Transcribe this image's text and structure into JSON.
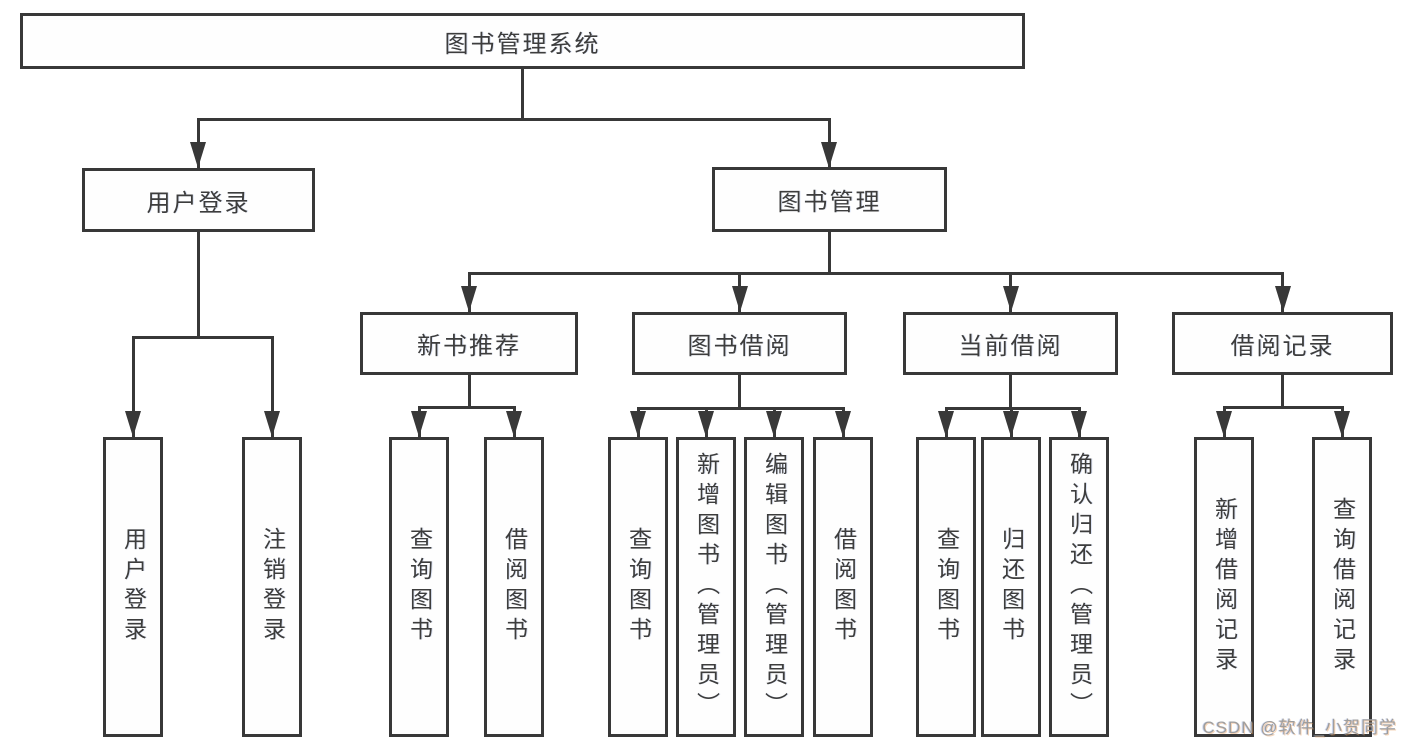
{
  "nodes": {
    "root": {
      "label": "图书管理系统"
    },
    "login": {
      "label": "用户登录",
      "children": [
        {
          "label": "用户登录"
        },
        {
          "label": "注销登录"
        }
      ]
    },
    "mgmt": {
      "label": "图书管理"
    },
    "groups": [
      {
        "label": "新书推荐",
        "children": [
          {
            "label": "查询图书"
          },
          {
            "label": "借阅图书"
          }
        ]
      },
      {
        "label": "图书借阅",
        "children": [
          {
            "label": "查询图书"
          },
          {
            "label": "新增图书（管理员）"
          },
          {
            "label": "编辑图书（管理员）"
          },
          {
            "label": "借阅图书"
          }
        ]
      },
      {
        "label": "当前借阅",
        "children": [
          {
            "label": "查询图书"
          },
          {
            "label": "归还图书"
          },
          {
            "label": "确认归还（管理员）"
          }
        ]
      },
      {
        "label": "借阅记录",
        "children": [
          {
            "label": "新增借阅记录"
          },
          {
            "label": "查询借阅记录"
          }
        ]
      }
    ]
  },
  "watermark": {
    "text": "CSDN @软件_小贺同学"
  },
  "colors": {
    "line": "#383838",
    "text": "#3d3d3d",
    "watermark": "#9e9e9e",
    "background": "#ffffff"
  }
}
